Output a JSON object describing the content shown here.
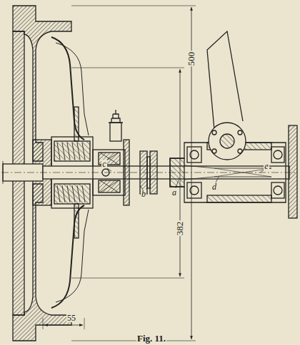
{
  "diagram": {
    "caption": "Fig. 11.",
    "labels": [
      "500",
      "382",
      "55",
      "a",
      "b",
      "c",
      "d",
      "e"
    ]
  }
}
